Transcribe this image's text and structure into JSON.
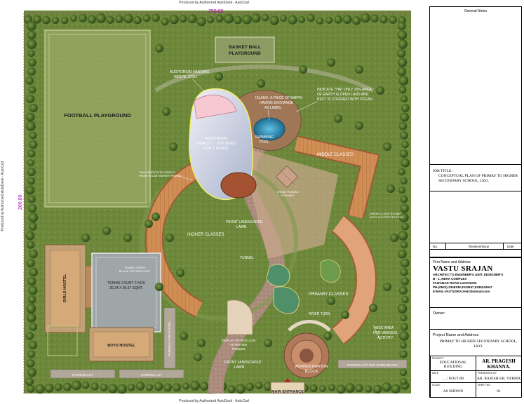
{
  "notes": {
    "top": "Produced by Authorized AutoDesk - AutoCad",
    "bottom": "Produced by Authorized AutoDesk - AutoCad",
    "side": "Produced by Authorized AutoDesk - AutoCad"
  },
  "dimensions": {
    "width": "250.00",
    "height": "200.00"
  },
  "plan_labels": {
    "football": "FOOTBALL PLAYGROUND",
    "basketball_1": "BASKET BALL",
    "basketball_2": "PLAYGROUND",
    "auditorium_note_1": "AUDITORIUM HANGING",
    "auditorium_note_2": "ABOVE, STILL",
    "island_note_1": "ISLAND -A PIECE OF EARTH",
    "island_note_2": "HAVING EXCHANGE",
    "island_note_3": "AS LIMBS.",
    "indicate_note_1": "INDICATE THAT ONLY 30% AREA",
    "indicate_note_2": "OF EARTH IS OPEN LAND AND",
    "indicate_note_3": "REST IS COVERED WITH OCEAN.",
    "auditorium_cap_1": "AUDITORIUM",
    "auditorium_cap_2": "CAPACITY - 1500 SEATS",
    "auditorium_cap_3": "2 OR 3 TIERED.",
    "swimming_1": "SWIMMING",
    "swimming_2": "POOL",
    "middle_classes": "MIDDLE CLASSES",
    "solar_note_1": "THIN FABRICATED PANELS",
    "solar_note_2": "FROM SOLAR ENERGY PANELS",
    "space_note_1": "SPACE FRAMED",
    "space_note_2": "PYRAMID",
    "higher_classes": "HIGHER CLASSES",
    "front_lawn_1a": "FRONT LANDSCAPED",
    "front_lawn_1b": "LAWN",
    "tunnel": "TUNNEL",
    "green_note_1": "GREEN CLASS ROOMS",
    "green_note_2": "WITH SUN PROTECTION",
    "girls_hostel": "GIRLS HOSTEL",
    "tennis_1": "TENNIS COURT 2 NOS",
    "tennis_2": "36.34 X 36.57 SQMT.",
    "green_tennis_1": "TENNIS GREEN",
    "green_tennis_2": "BLOCK FOR PRACTICE",
    "primary_classes": "PRIMARY CLASSES",
    "river_turn": "RIVER TURN",
    "misc_1": "MISC AREA",
    "misc_2": "FOR VARIOUS",
    "misc_3": "ACTIVITY",
    "display_1": "DISPLAY OF REGULAR",
    "display_2": "ACTIVITIES",
    "display_3": "PODIUM",
    "boys_hostel": "BOYS HOSTEL",
    "parking_hostel": "PARKING FOR HOSTEL",
    "front_lawn_2a": "FRONT LANDSCAPED",
    "front_lawn_2b": "LAWN",
    "admin_1": "ADMINISTRATION",
    "admin_2": "BLOCK",
    "parking_1": "PARKING LOT",
    "parking_2": "PARKING LOT",
    "parking_3": "PARKING LOT FOR ADMIN BLOCK",
    "main_entrance": "MAIN ENTRANCE"
  },
  "title_block": {
    "general_notes": "General Notes",
    "job_title_label": "JOB TITLE:",
    "job_title_text": "CONCEPTUAL PLAN OF PRIMAY TO HIGHER SECONDARY SCHOOL, LKO.",
    "rev_no": "No.",
    "rev_issue": "Revision/Issue",
    "rev_date": "Date",
    "firm_label": "Firm Name and Address",
    "firm_name": "VASTU SRAJAN",
    "firm_line1": "ARCHITECT'S ENGINEER'S &INT. DESIGNER'S",
    "firm_line2": "B - 1, NEHA COMPLEX",
    "firm_line3": "FAIZABAD ROAD LUCKNOW.",
    "firm_line4": "PH-(0522)-2346339,3243947,9335243947",
    "firm_line5": "E-MAIL-VASTUSRAJAN@hotmail.com",
    "owner": "Owner:",
    "project_label": "Project Name and Address",
    "project_name": "PRIMAY TO HIGHER SECONDARY SCHOOL, LKO.",
    "project_lbl": "PROJECT",
    "project_val": "EDUCATIONAL BUILDING",
    "arch_val": "AR. PRAGESH KHANNA.",
    "date_lbl": "DATE",
    "date_val": "... / NOV1/08",
    "presented_lbl": "PRESENTED BY",
    "presented_val": "AR. RAJESH KR. VERMA",
    "scale_lbl": "SCALE",
    "scale_val": "AS SHOWN",
    "sheet_lbl": "SHEET NO.",
    "sheet_val": "01"
  },
  "colors": {
    "grass": "#6f8a3c",
    "grass_light": "#8da35a",
    "path": "#b8a48a",
    "terracotta": "#c8804a",
    "water": "#3b7fa6",
    "text_label": "#ffffff"
  }
}
